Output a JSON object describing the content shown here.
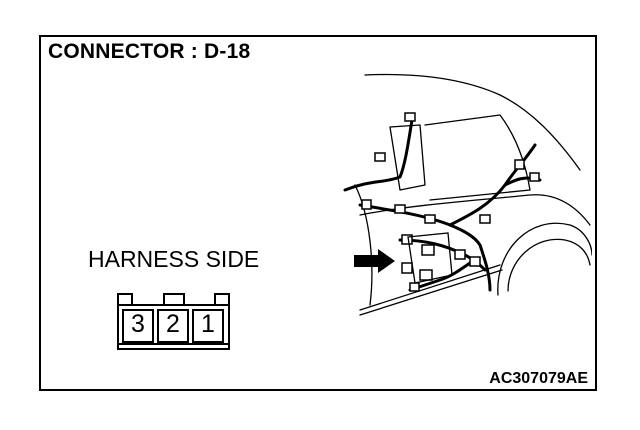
{
  "title": "CONNECTOR : D-18",
  "harness_label": "HARNESS SIDE",
  "connector": {
    "pins": [
      "3",
      "2",
      "1"
    ]
  },
  "figure_code": "AC307079AE",
  "icons": {
    "arrow": "arrow-right-icon",
    "vehicle": "car-rear-outline-icon"
  }
}
